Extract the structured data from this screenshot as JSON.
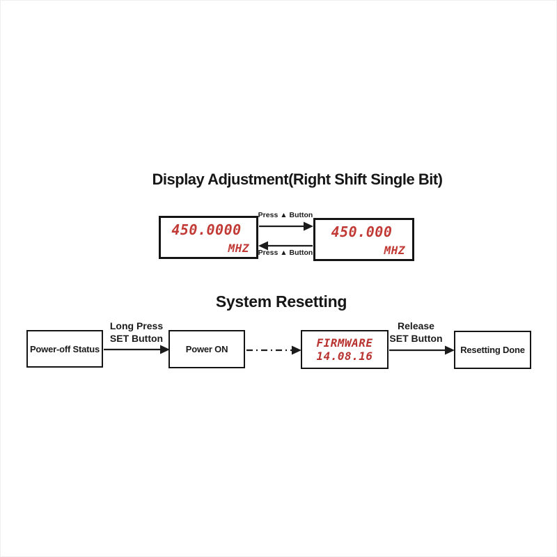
{
  "colors": {
    "lcd_red": "#c13a35",
    "firmware_red": "#b8332f",
    "line_black": "#1b1b1b"
  },
  "display_adjustment": {
    "title": "Display Adjustment(Right Shift Single Bit)",
    "left_display": {
      "frequency": "450.0000",
      "unit": "MHZ"
    },
    "right_display": {
      "frequency": "450.000",
      "unit": "MHZ"
    },
    "arrow_forward_label": "Press ▲ Button",
    "arrow_back_label": "Press ▲ Button"
  },
  "system_resetting": {
    "title": "System Resetting",
    "power_off_box": "Power-off Status",
    "power_on_box": "Power ON",
    "firmware_display": {
      "line1": "FIRMWARE",
      "line2": "14.08.16"
    },
    "resetting_done_box": "Resetting Done",
    "long_press_label": {
      "line1": "Long Press",
      "line2": "SET Button"
    },
    "release_label": {
      "line1": "Release",
      "line2": "SET Button"
    }
  }
}
